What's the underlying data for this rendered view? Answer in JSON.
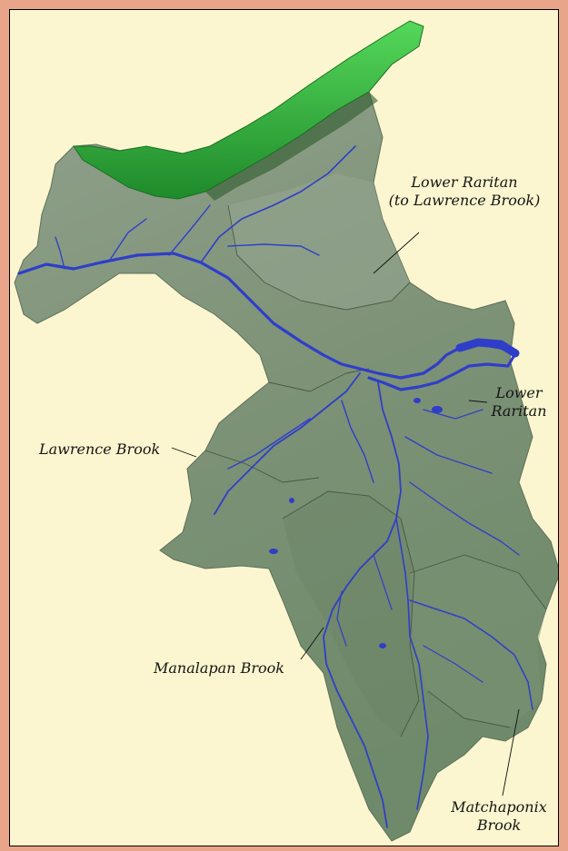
{
  "map": {
    "labels": {
      "lower_raritan_to_lawrence_line1": "Lower Raritan",
      "lower_raritan_to_lawrence_line2": "(to Lawrence Brook)",
      "lower_raritan_line1": "Lower",
      "lower_raritan_line2": "Raritan",
      "lawrence_brook": "Lawrence Brook",
      "manalapan_brook": "Manalapan Brook",
      "matchaponix_line1": "Matchaponix",
      "matchaponix_line2": "Brook"
    },
    "colors": {
      "border": "#e9a58a",
      "background": "#fbf6cf",
      "terrain": "#7e9378",
      "terrain_light": "#9aa995",
      "ridge": "#3fbf46",
      "ridge_dark": "#1e7a27",
      "water": "#2f3ec9"
    }
  }
}
